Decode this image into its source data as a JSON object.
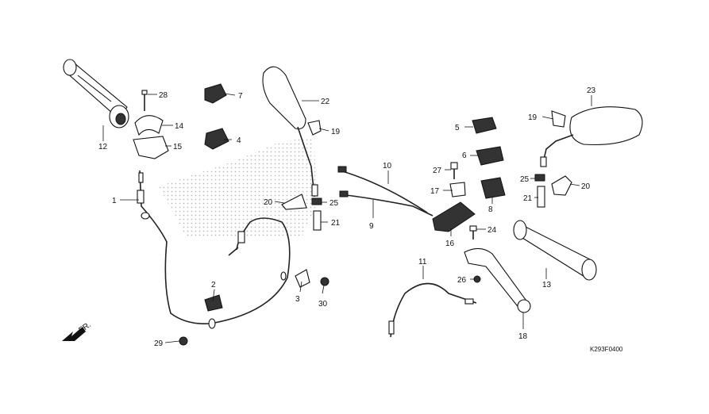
{
  "diagram": {
    "code": "K293F0400",
    "direction": "FR.",
    "callouts": [
      "1",
      "2",
      "3",
      "4",
      "5",
      "6",
      "7",
      "8",
      "9",
      "10",
      "11",
      "12",
      "13",
      "14",
      "15",
      "16",
      "17",
      "18",
      "19",
      "19",
      "20",
      "20",
      "21",
      "21",
      "22",
      "23",
      "24",
      "25",
      "25",
      "26",
      "27",
      "28",
      "29",
      "30"
    ]
  }
}
